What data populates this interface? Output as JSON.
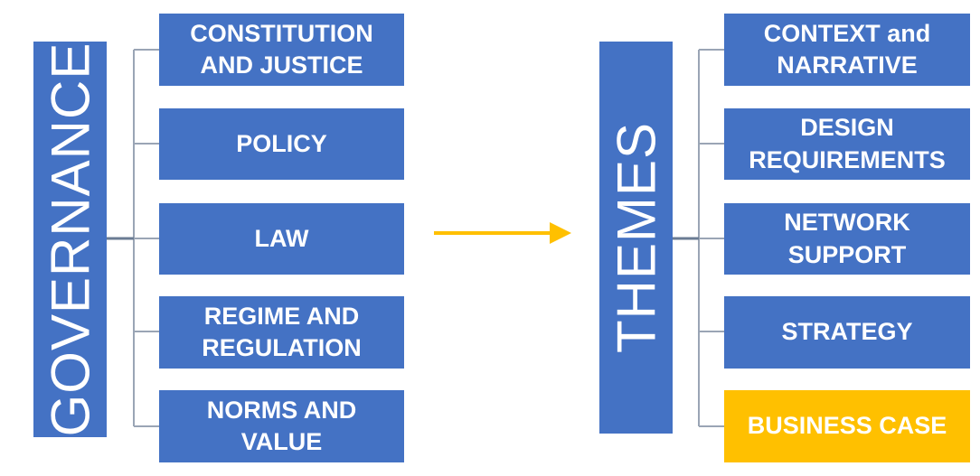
{
  "governance": {
    "title": "GOVERNANCE",
    "items": [
      {
        "label": "CONSTITUTION\nAND JUSTICE"
      },
      {
        "label": "POLICY"
      },
      {
        "label": "LAW"
      },
      {
        "label": "REGIME AND\nREGULATION"
      },
      {
        "label": "NORMS AND\nVALUE"
      }
    ]
  },
  "themes": {
    "title": "THEMES",
    "items": [
      {
        "label": "CONTEXT and\nNARRATIVE"
      },
      {
        "label": "DESIGN\nREQUIREMENTS"
      },
      {
        "label": "NETWORK\nSUPPORT"
      },
      {
        "label": "STRATEGY"
      },
      {
        "label": "BUSINESS CASE"
      }
    ]
  },
  "colors": {
    "box": "#4472c4",
    "highlight": "#ffc000",
    "arrow": "#ffc000",
    "connector": "#9aa5b5"
  }
}
